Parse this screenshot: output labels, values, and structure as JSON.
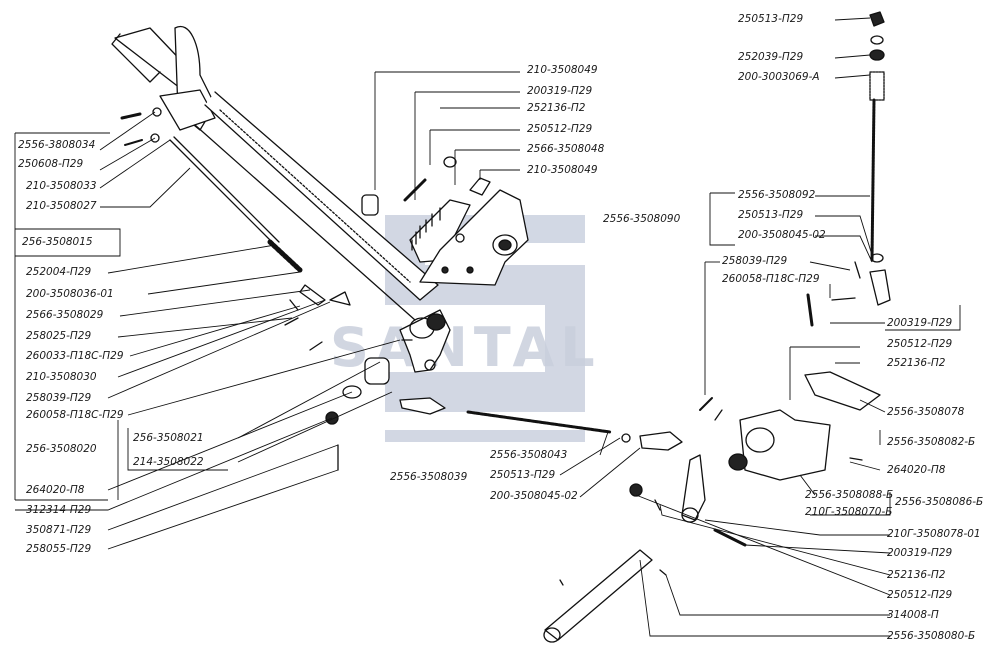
{
  "watermark": {
    "text": "SANTAL",
    "color": "#b9c2d6"
  },
  "labels": [
    "2556-3808034",
    "250608-П29",
    "210-3508033",
    "210-3508027",
    "256-3508015",
    "252004-П29",
    "200-3508036-01",
    "2566-3508029",
    "258025-П29",
    "260033-П18С-П29",
    "210-3508030",
    "258039-П29",
    "260058-П18С-П29",
    "256-3508021",
    "256-3508020",
    "214-3508022",
    "264020-П8",
    "312314-П29",
    "350871-П29",
    "258055-П29",
    "210-3508049",
    "200319-П29",
    "252136-П2",
    "250512-П29",
    "2566-3508048",
    "210-3508049",
    "2556-3508090",
    "2556-3508043",
    "250513-П29",
    "200-3508045-02",
    "2556-3508039",
    "250513-П29",
    "252039-П29",
    "200-3003069-А",
    "2556-3508092",
    "250513-П29",
    "200-3508045-02",
    "258039-П29",
    "260058-П18С-П29",
    "200319-П29",
    "250512-П29",
    "252136-П2",
    "2556-3508078",
    "2556-3508082-Б",
    "264020-П8",
    "2556-3508088-Б",
    "210Г-3508070-Б",
    "2556-3508086-Б",
    "210Г-3508078-01",
    "200319-П29",
    "252136-П2",
    "250512-П29",
    "314008-П",
    "2556-3508080-Б"
  ]
}
